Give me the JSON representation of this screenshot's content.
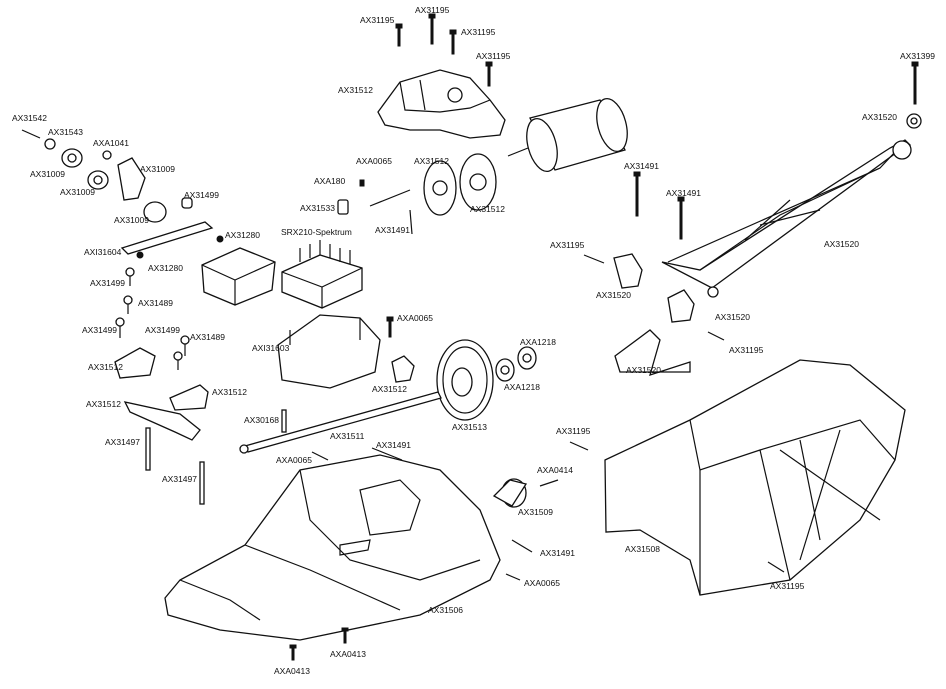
{
  "labels": {
    "ax31195_a": "AX31195",
    "ax31195_b": "AX31195",
    "ax31195_c": "AX31195",
    "ax31195_d": "AX31195",
    "ax31195_e": "AX31195",
    "ax31195_f": "AX31195",
    "ax31195_g": "AX31195",
    "ax31512_top": "AX31512",
    "ax31512_spur": "AX31512",
    "ax31512_gear": "AX31512",
    "ax31512_mount": "AX31512",
    "ax31512_left": "AX31512",
    "ax31512_link": "AX31512",
    "ax31512_arm": "AX31512",
    "ax31399": "AX31399",
    "ax31520_a": "AX31520",
    "ax31520_b": "AX31520",
    "ax31520_c": "AX31520",
    "ax31520_d": "AX31520",
    "ax31520_e": "AX31520",
    "ax31542": "AX31542",
    "ax31543": "AX31543",
    "axa1041": "AXA1041",
    "ax31009_a": "AX31009",
    "ax31009_b": "AX31009",
    "ax31009_c": "AX31009",
    "ax31009_d": "AX31009",
    "ax31499_a": "AX31499",
    "ax31499_b": "AX31499",
    "ax31499_c": "AX31499",
    "ax31499_d": "AX31499",
    "axa0065_a": "AXA0065",
    "axa0065_b": "AXA0065",
    "axa0065_c": "AXA0065",
    "axa0065_d": "AXA0065",
    "axa180": "AXA180",
    "ax31533": "AX31533",
    "ax31491_a": "AX31491",
    "ax31491_b": "AX31491",
    "ax31491_c": "AX31491",
    "ax31491_d": "AX31491",
    "ax31491_e": "AX31491",
    "ax31280_a": "AX31280",
    "ax31280_b": "AX31280",
    "axi31604": "AXI31604",
    "srx210": "SRX210-Spektrum",
    "ax31489_a": "AX31489",
    "ax31489_b": "AX31489",
    "axi31603": "AXI31603",
    "axa1218_a": "AXA1218",
    "axa1218_b": "AXA1218",
    "ax31513": "AX31513",
    "ax30168": "AX30168",
    "ax31511": "AX31511",
    "ax31497_a": "AX31497",
    "ax31497_b": "AX31497",
    "axa0414": "AXA0414",
    "ax31509": "AX31509",
    "ax31508": "AX31508",
    "ax31506": "AX31506",
    "axa0413_a": "AXA0413",
    "axa0413_b": "AXA0413"
  }
}
